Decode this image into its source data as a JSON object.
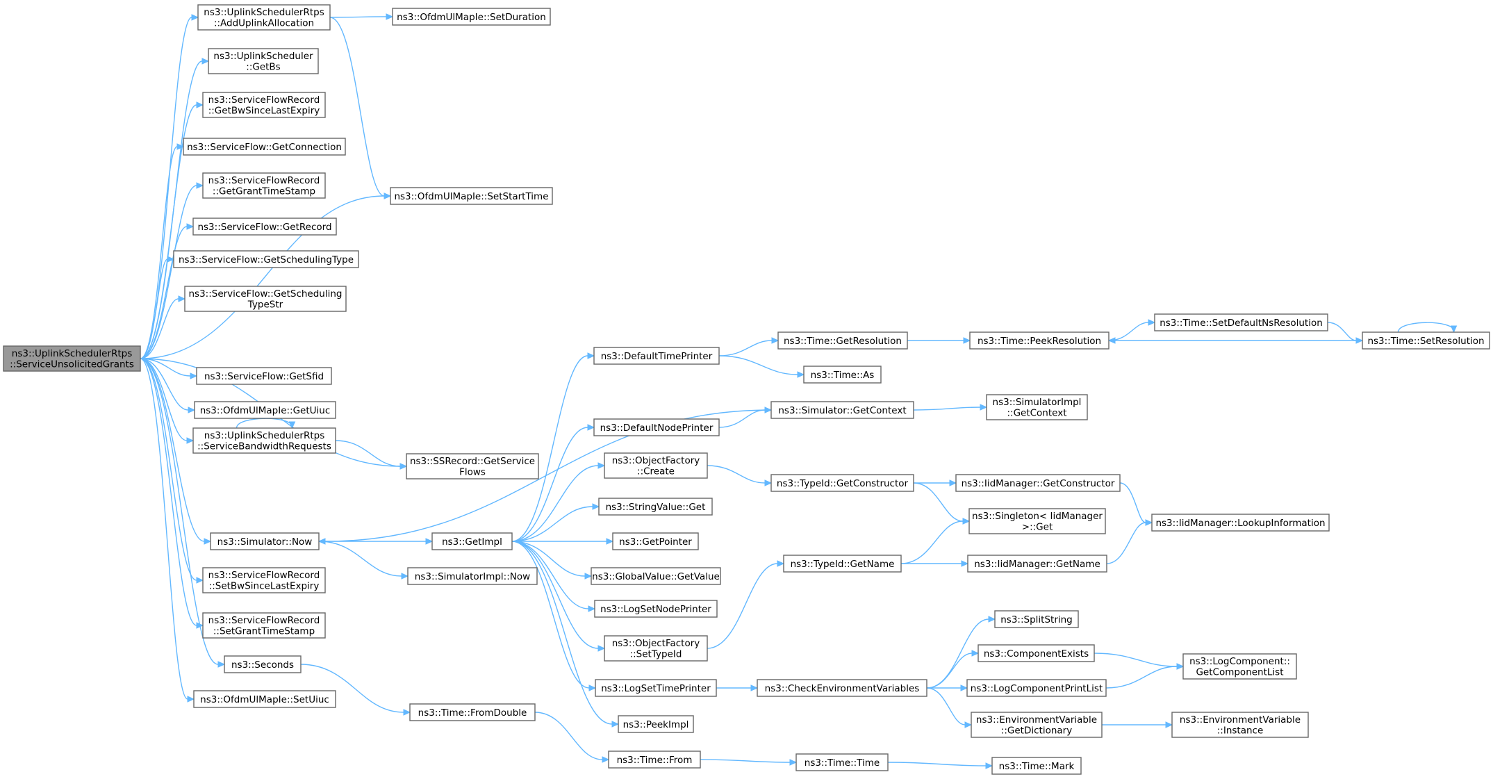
{
  "nodes": [
    {
      "id": "root",
      "lines": [
        "ns3::UplinkSchedulerRtps",
        "::ServiceUnsolicitedGrants"
      ],
      "root": true
    },
    {
      "id": "addUplink",
      "lines": [
        "ns3::UplinkSchedulerRtps",
        "::AddUplinkAllocation"
      ]
    },
    {
      "id": "setDuration",
      "lines": [
        "ns3::OfdmUlMapIe::SetDuration"
      ]
    },
    {
      "id": "getBs",
      "lines": [
        "ns3::UplinkScheduler",
        "::GetBs"
      ]
    },
    {
      "id": "getBwSince",
      "lines": [
        "ns3::ServiceFlowRecord",
        "::GetBwSinceLastExpiry"
      ]
    },
    {
      "id": "getConnection",
      "lines": [
        "ns3::ServiceFlow::GetConnection"
      ]
    },
    {
      "id": "getGrantTs",
      "lines": [
        "ns3::ServiceFlowRecord",
        "::GetGrantTimeStamp"
      ]
    },
    {
      "id": "setStartTime",
      "lines": [
        "ns3::OfdmUlMapIe::SetStartTime"
      ]
    },
    {
      "id": "getRecord",
      "lines": [
        "ns3::ServiceFlow::GetRecord"
      ]
    },
    {
      "id": "getSchedType",
      "lines": [
        "ns3::ServiceFlow::GetSchedulingType"
      ]
    },
    {
      "id": "getSchedTypeStr",
      "lines": [
        "ns3::ServiceFlow::GetScheduling",
        "TypeStr"
      ]
    },
    {
      "id": "getSfid",
      "lines": [
        "ns3::ServiceFlow::GetSfid"
      ]
    },
    {
      "id": "getUiuc",
      "lines": [
        "ns3::OfdmUlMapIe::GetUiuc"
      ]
    },
    {
      "id": "serviceBw",
      "lines": [
        "ns3::UplinkSchedulerRtps",
        "::ServiceBandwidthRequests"
      ]
    },
    {
      "id": "getServiceFlows",
      "lines": [
        "ns3::SSRecord::GetService",
        "Flows"
      ]
    },
    {
      "id": "simNow",
      "lines": [
        "ns3::Simulator::Now"
      ]
    },
    {
      "id": "getImpl",
      "lines": [
        "ns3::GetImpl"
      ]
    },
    {
      "id": "simImplNow",
      "lines": [
        "ns3::SimulatorImpl::Now"
      ]
    },
    {
      "id": "setBwSince",
      "lines": [
        "ns3::ServiceFlowRecord",
        "::SetBwSinceLastExpiry"
      ]
    },
    {
      "id": "setGrantTs",
      "lines": [
        "ns3::ServiceFlowRecord",
        "::SetGrantTimeStamp"
      ]
    },
    {
      "id": "seconds",
      "lines": [
        "ns3::Seconds"
      ]
    },
    {
      "id": "setUiuc",
      "lines": [
        "ns3::OfdmUlMapIe::SetUiuc"
      ]
    },
    {
      "id": "fromDouble",
      "lines": [
        "ns3::Time::FromDouble"
      ]
    },
    {
      "id": "defTimePrinter",
      "lines": [
        "ns3::DefaultTimePrinter"
      ]
    },
    {
      "id": "defNodePrinter",
      "lines": [
        "ns3::DefaultNodePrinter"
      ]
    },
    {
      "id": "ofCreate",
      "lines": [
        "ns3::ObjectFactory",
        "::Create"
      ]
    },
    {
      "id": "strValGet",
      "lines": [
        "ns3::StringValue::Get"
      ]
    },
    {
      "id": "getPointer",
      "lines": [
        "ns3::GetPointer"
      ]
    },
    {
      "id": "gvGetValue",
      "lines": [
        "ns3::GlobalValue::GetValue"
      ]
    },
    {
      "id": "logSetNode",
      "lines": [
        "ns3::LogSetNodePrinter"
      ]
    },
    {
      "id": "ofSetTypeId",
      "lines": [
        "ns3::ObjectFactory",
        "::SetTypeId"
      ]
    },
    {
      "id": "logSetTime",
      "lines": [
        "ns3::LogSetTimePrinter"
      ]
    },
    {
      "id": "peekImpl",
      "lines": [
        "ns3::PeekImpl"
      ]
    },
    {
      "id": "timeFrom",
      "lines": [
        "ns3::Time::From"
      ]
    },
    {
      "id": "getResolution",
      "lines": [
        "ns3::Time::GetResolution"
      ]
    },
    {
      "id": "timeAs",
      "lines": [
        "ns3::Time::As"
      ]
    },
    {
      "id": "simGetContext",
      "lines": [
        "ns3::Simulator::GetContext"
      ]
    },
    {
      "id": "tidGetCtor",
      "lines": [
        "ns3::TypeId::GetConstructor"
      ]
    },
    {
      "id": "tidGetName",
      "lines": [
        "ns3::TypeId::GetName"
      ]
    },
    {
      "id": "checkEnv",
      "lines": [
        "ns3::CheckEnvironmentVariables"
      ]
    },
    {
      "id": "timeTime",
      "lines": [
        "ns3::Time::Time"
      ]
    },
    {
      "id": "peekRes",
      "lines": [
        "ns3::Time::PeekResolution"
      ]
    },
    {
      "id": "simImplGetContext",
      "lines": [
        "ns3::SimulatorImpl",
        "::GetContext"
      ]
    },
    {
      "id": "iidGetCtor",
      "lines": [
        "ns3::IidManager::GetConstructor"
      ]
    },
    {
      "id": "singletonGet",
      "lines": [
        "ns3::Singleton< IidManager",
        ">::Get"
      ]
    },
    {
      "id": "iidGetName",
      "lines": [
        "ns3::IidManager::GetName"
      ]
    },
    {
      "id": "splitString",
      "lines": [
        "ns3::SplitString"
      ]
    },
    {
      "id": "compExists",
      "lines": [
        "ns3::ComponentExists"
      ]
    },
    {
      "id": "logCompPrint",
      "lines": [
        "ns3::LogComponentPrintList"
      ]
    },
    {
      "id": "envGetDict",
      "lines": [
        "ns3::EnvironmentVariable",
        "::GetDictionary"
      ]
    },
    {
      "id": "timeMark",
      "lines": [
        "ns3::Time::Mark"
      ]
    },
    {
      "id": "setDefNsRes",
      "lines": [
        "ns3::Time::SetDefaultNsResolution"
      ]
    },
    {
      "id": "setRes",
      "lines": [
        "ns3::Time::SetResolution"
      ]
    },
    {
      "id": "iidLookup",
      "lines": [
        "ns3::IidManager::LookupInformation"
      ]
    },
    {
      "id": "logCompGetList",
      "lines": [
        "ns3::LogComponent::",
        "GetComponentList"
      ]
    },
    {
      "id": "envInstance",
      "lines": [
        "ns3::EnvironmentVariable",
        "::Instance"
      ]
    }
  ],
  "edges": [
    [
      "root",
      "addUplink"
    ],
    [
      "root",
      "getBs"
    ],
    [
      "root",
      "getBwSince"
    ],
    [
      "root",
      "getConnection"
    ],
    [
      "root",
      "getGrantTs"
    ],
    [
      "root",
      "getRecord"
    ],
    [
      "root",
      "getSchedType"
    ],
    [
      "root",
      "getSchedTypeStr"
    ],
    [
      "root",
      "setStartTime"
    ],
    [
      "root",
      "getSfid"
    ],
    [
      "root",
      "getUiuc"
    ],
    [
      "root",
      "serviceBw"
    ],
    [
      "root",
      "getServiceFlows"
    ],
    [
      "root",
      "simNow"
    ],
    [
      "root",
      "setBwSince"
    ],
    [
      "root",
      "setGrantTs"
    ],
    [
      "root",
      "seconds"
    ],
    [
      "root",
      "setUiuc"
    ],
    [
      "addUplink",
      "setDuration"
    ],
    [
      "addUplink",
      "setStartTime"
    ],
    [
      "serviceBw",
      "serviceBw"
    ],
    [
      "serviceBw",
      "getServiceFlows"
    ],
    [
      "simNow",
      "getImpl"
    ],
    [
      "simNow",
      "simImplNow"
    ],
    [
      "seconds",
      "fromDouble"
    ],
    [
      "fromDouble",
      "timeFrom"
    ],
    [
      "getImpl",
      "defTimePrinter"
    ],
    [
      "getImpl",
      "defNodePrinter"
    ],
    [
      "getImpl",
      "ofCreate"
    ],
    [
      "getImpl",
      "strValGet"
    ],
    [
      "getImpl",
      "getPointer"
    ],
    [
      "getImpl",
      "gvGetValue"
    ],
    [
      "getImpl",
      "logSetNode"
    ],
    [
      "getImpl",
      "ofSetTypeId"
    ],
    [
      "getImpl",
      "logSetTime"
    ],
    [
      "getImpl",
      "peekImpl"
    ],
    [
      "defTimePrinter",
      "getResolution"
    ],
    [
      "defTimePrinter",
      "timeAs"
    ],
    [
      "defNodePrinter",
      "simGetContext"
    ],
    [
      "simGetContext",
      "simImplGetContext"
    ],
    [
      "simGetContext",
      "simNow"
    ],
    [
      "ofCreate",
      "tidGetCtor"
    ],
    [
      "ofSetTypeId",
      "tidGetName"
    ],
    [
      "logSetTime",
      "checkEnv"
    ],
    [
      "timeFrom",
      "timeTime"
    ],
    [
      "timeTime",
      "timeMark"
    ],
    [
      "getResolution",
      "peekRes"
    ],
    [
      "peekRes",
      "setDefNsRes"
    ],
    [
      "setDefNsRes",
      "setRes"
    ],
    [
      "setRes",
      "setRes"
    ],
    [
      "setRes",
      "peekRes"
    ],
    [
      "tidGetCtor",
      "iidGetCtor"
    ],
    [
      "tidGetCtor",
      "singletonGet"
    ],
    [
      "iidGetCtor",
      "iidLookup"
    ],
    [
      "tidGetName",
      "singletonGet"
    ],
    [
      "tidGetName",
      "iidGetName"
    ],
    [
      "iidGetName",
      "iidLookup"
    ],
    [
      "checkEnv",
      "splitString"
    ],
    [
      "checkEnv",
      "compExists"
    ],
    [
      "checkEnv",
      "logCompPrint"
    ],
    [
      "checkEnv",
      "envGetDict"
    ],
    [
      "compExists",
      "logCompGetList"
    ],
    [
      "logCompPrint",
      "logCompGetList"
    ],
    [
      "envGetDict",
      "envInstance"
    ]
  ]
}
